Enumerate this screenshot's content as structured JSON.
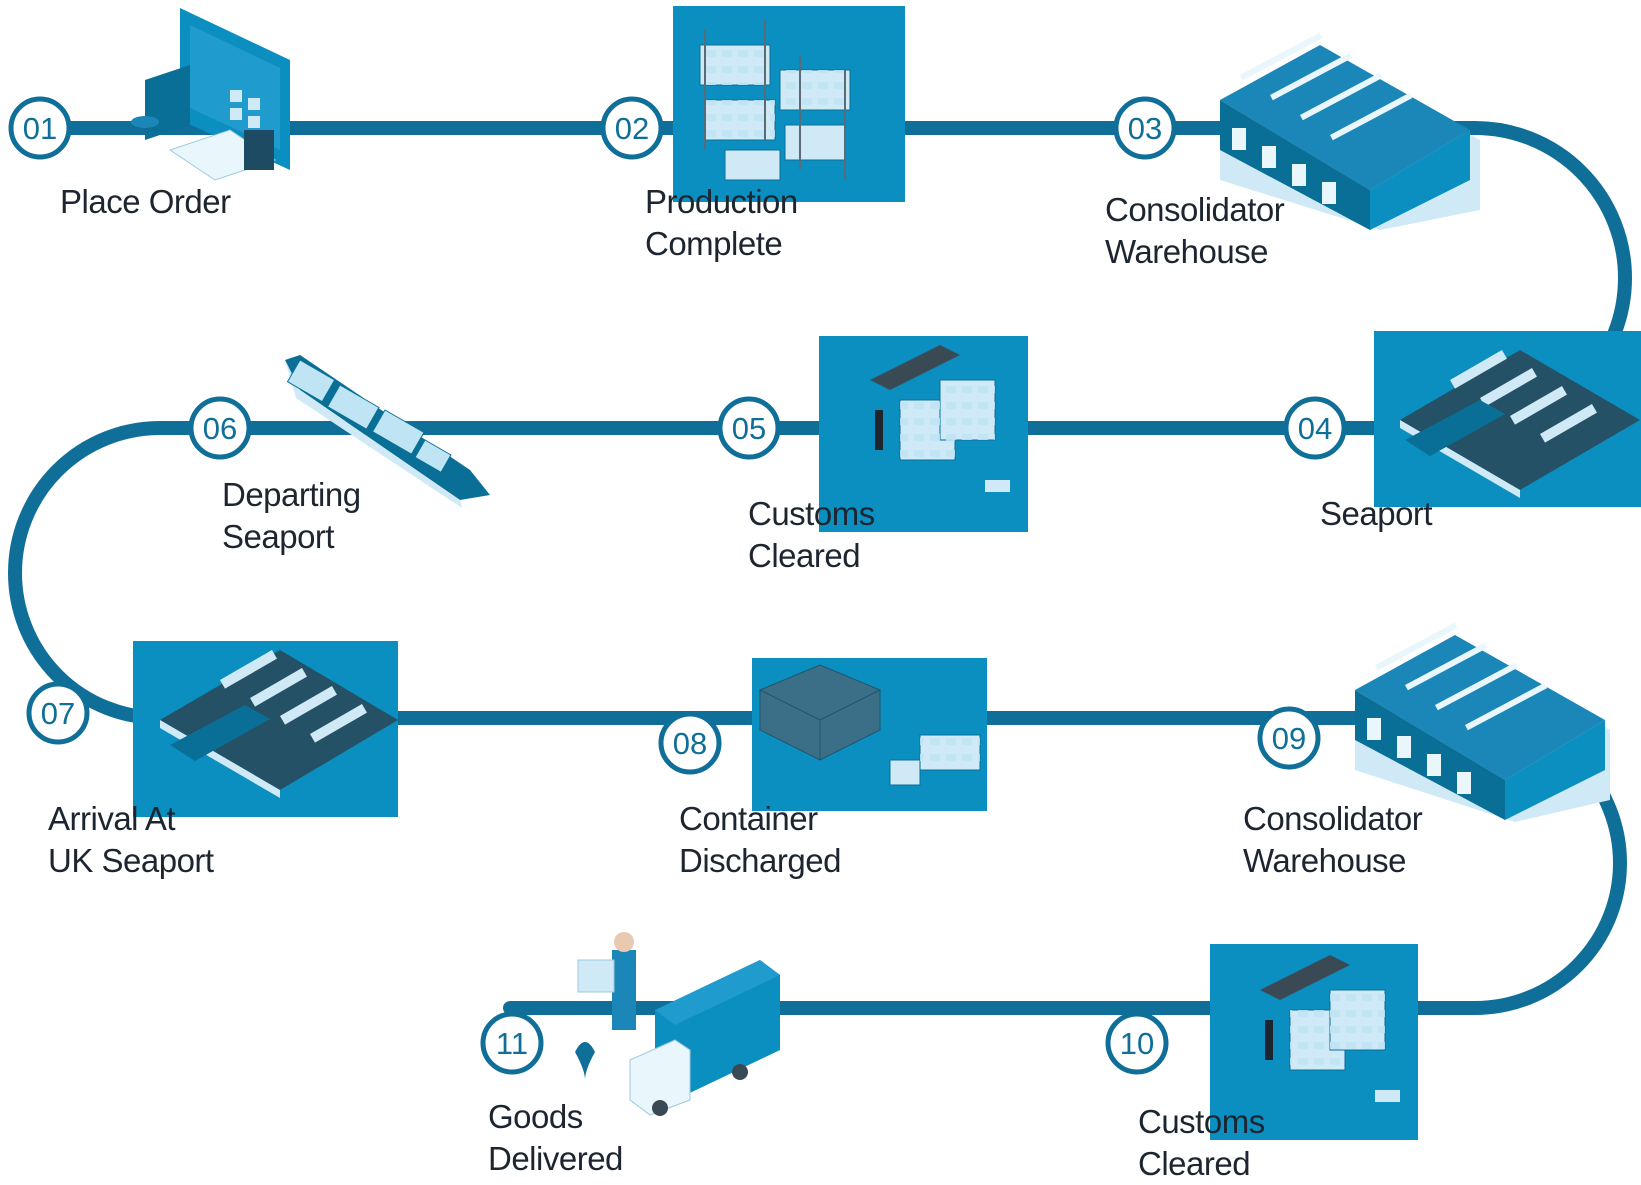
{
  "colors": {
    "route": "#0f6f99",
    "tile": "#0b8ec0",
    "tile_dark": "#0a6f97",
    "tile_light": "#cfeaf6",
    "number": "#0f6f99",
    "label": "#1d2630"
  },
  "steps": [
    {
      "number": "01",
      "lines": [
        "Place Order"
      ],
      "icon": "online-order-icon"
    },
    {
      "number": "02",
      "lines": [
        "Production",
        "Complete"
      ],
      "icon": "production-shelves-icon"
    },
    {
      "number": "03",
      "lines": [
        "Consolidator",
        "Warehouse"
      ],
      "icon": "warehouse-icon"
    },
    {
      "number": "04",
      "lines": [
        "Seaport"
      ],
      "icon": "seaport-icon"
    },
    {
      "number": "05",
      "lines": [
        "Customs",
        "Cleared"
      ],
      "icon": "customs-icon"
    },
    {
      "number": "06",
      "lines": [
        "Departing",
        "Seaport"
      ],
      "icon": "container-ship-icon"
    },
    {
      "number": "07",
      "lines": [
        "Arrival At",
        "UK Seaport"
      ],
      "icon": "seaport-icon"
    },
    {
      "number": "08",
      "lines": [
        "Container",
        "Discharged"
      ],
      "icon": "container-discharge-icon"
    },
    {
      "number": "09",
      "lines": [
        "Consolidator",
        "Warehouse"
      ],
      "icon": "warehouse-icon"
    },
    {
      "number": "10",
      "lines": [
        "Customs",
        "Cleared"
      ],
      "icon": "customs-icon"
    },
    {
      "number": "11",
      "lines": [
        "Goods",
        "Delivered"
      ],
      "icon": "delivery-truck-icon"
    }
  ]
}
